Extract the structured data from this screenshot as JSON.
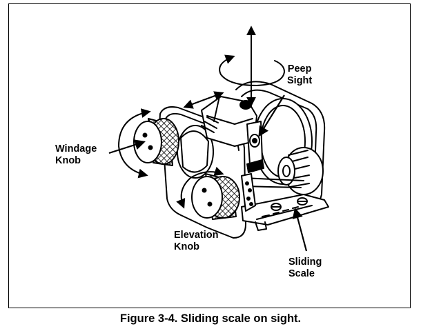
{
  "figure": {
    "caption": "Figure 3-4. Sliding scale on sight.",
    "labels": {
      "peep_sight": "Peep\nSight",
      "windage_knob": "Windage\nKnob",
      "elevation_knob": "Elevation\nKnob",
      "sliding_scale": "Sliding\nScale"
    }
  }
}
